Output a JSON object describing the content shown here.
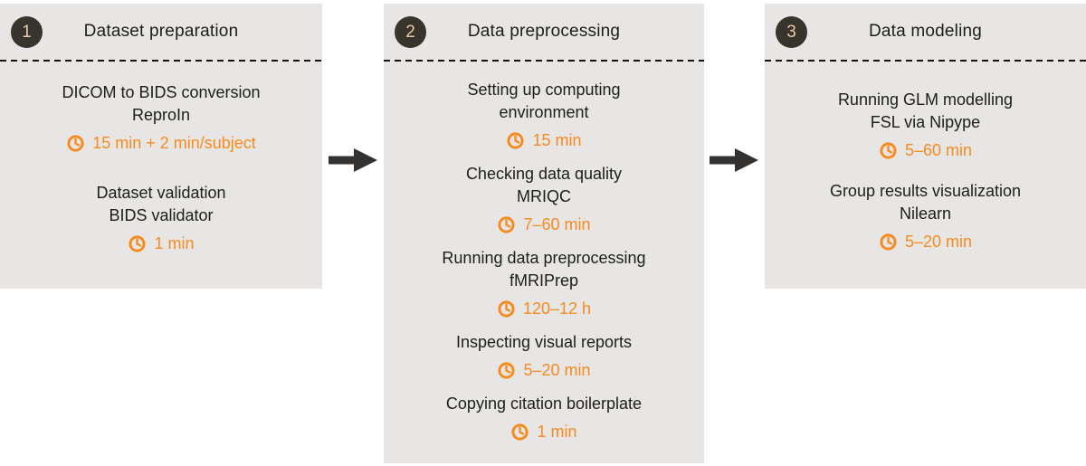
{
  "colors": {
    "panel-bg": "#e7e6e5",
    "badge-bg": "#37342e",
    "badge-text": "#eccaa0",
    "accent-orange": "#f68b1f",
    "text": "#1d1d1b",
    "arrow": "#333231",
    "divider": "#141414"
  },
  "icons": {
    "clock": "clock-icon",
    "arrow": "arrow-right-icon"
  },
  "panels": [
    {
      "number": "1",
      "title": "Dataset preparation",
      "steps": [
        {
          "lines": [
            "DICOM to BIDS conversion",
            "ReproIn"
          ],
          "time": "15 min + 2 min/subject"
        },
        {
          "lines": [
            "Dataset validation",
            "BIDS validator"
          ],
          "time": "1 min"
        }
      ]
    },
    {
      "number": "2",
      "title": "Data preprocessing",
      "steps": [
        {
          "lines": [
            "Setting up computing",
            "environment"
          ],
          "time": "15 min"
        },
        {
          "lines": [
            "Checking data quality",
            "MRIQC"
          ],
          "time": "7–60 min"
        },
        {
          "lines": [
            "Running data preprocessing",
            "fMRIPrep"
          ],
          "time": "120–12 h"
        },
        {
          "lines": [
            "Inspecting visual reports"
          ],
          "time": "5–20 min"
        },
        {
          "lines": [
            "Copying citation boilerplate"
          ],
          "time": "1 min"
        }
      ]
    },
    {
      "number": "3",
      "title": "Data modeling",
      "steps": [
        {
          "lines": [
            "Running GLM modelling",
            "FSL via Nipype"
          ],
          "time": "5–60 min"
        },
        {
          "lines": [
            "Group results visualization",
            "Nilearn"
          ],
          "time": "5–20 min"
        }
      ]
    }
  ]
}
